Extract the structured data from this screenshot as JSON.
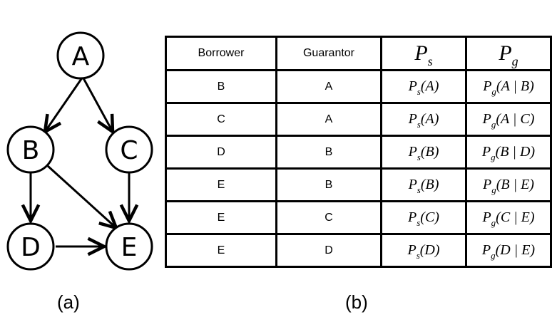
{
  "figure": {
    "nodes": [
      "A",
      "B",
      "C",
      "D",
      "E"
    ],
    "edges": [
      [
        "A",
        "B"
      ],
      [
        "A",
        "C"
      ],
      [
        "B",
        "D"
      ],
      [
        "B",
        "E"
      ],
      [
        "C",
        "E"
      ],
      [
        "D",
        "E"
      ]
    ],
    "caption_a": "(a)",
    "caption_b": "(b)"
  },
  "table": {
    "headers": {
      "borrower": "Borrower",
      "guarantor": "Guarantor",
      "ps_symbol": "P",
      "ps_sub": "s",
      "pg_symbol": "P",
      "pg_sub": "g"
    },
    "rows": [
      {
        "borrower": "B",
        "guarantor": "A",
        "ps_arg": "(A)",
        "pg_arg": "(A | B)"
      },
      {
        "borrower": "C",
        "guarantor": "A",
        "ps_arg": "(A)",
        "pg_arg": "(A | C)"
      },
      {
        "borrower": "D",
        "guarantor": "B",
        "ps_arg": "(B)",
        "pg_arg": "(B | D)"
      },
      {
        "borrower": "E",
        "guarantor": "B",
        "ps_arg": "(B)",
        "pg_arg": "(B | E)"
      },
      {
        "borrower": "E",
        "guarantor": "C",
        "ps_arg": "(C)",
        "pg_arg": "(C | E)"
      },
      {
        "borrower": "E",
        "guarantor": "D",
        "ps_arg": "(D)",
        "pg_arg": "(D | E)"
      }
    ]
  }
}
